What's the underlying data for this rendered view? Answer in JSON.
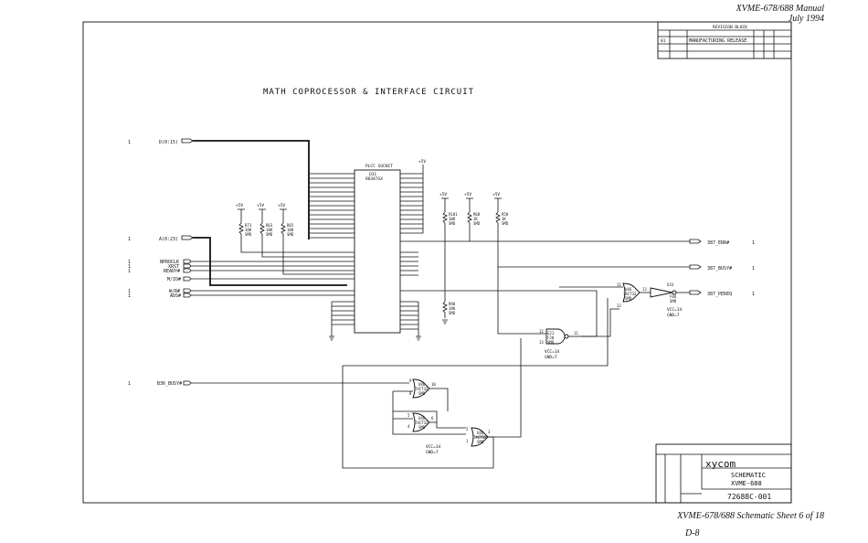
{
  "header": {
    "manual": "XVME-678/688 Manual",
    "date": "July 1994"
  },
  "footer": {
    "caption": "XVME-678/688 Schematic Sheet 6 of 18",
    "page": "D-8"
  },
  "title": "MATH COPROCESSOR & INTERFACE CIRCUIT",
  "revision": {
    "block": "REVISION BLOCK",
    "rev": "01",
    "desc": "MANUFACTURING RELEASE"
  },
  "title_block": {
    "company": "xycom",
    "doc_title_1": "SCHEMATIC",
    "doc_title_2": "XVME-688",
    "dwg_no": "72688C-001"
  },
  "left_signals": [
    {
      "sheet": "1",
      "name": "D(0:15)"
    },
    {
      "sheet": "1",
      "name": "A(0:23)"
    },
    {
      "sheet": "1",
      "name": "NPROCLK"
    },
    {
      "sheet": "1",
      "name": "XRST"
    },
    {
      "sheet": "1",
      "name": "READY#"
    },
    {
      "sheet": "",
      "name": "M/IO#"
    },
    {
      "sheet": "1",
      "name": "W/R#"
    },
    {
      "sheet": "1",
      "name": "ADS#"
    },
    {
      "sheet": "1",
      "name": "B36_BUSY#"
    }
  ],
  "right_signals": [
    {
      "name": "387_ERR#",
      "sheet": "1"
    },
    {
      "name": "387_BUSY#",
      "sheet": "1"
    },
    {
      "name": "387_PEREQ",
      "sheet": "1"
    }
  ],
  "ic": {
    "title": "PLCC SOCKET",
    "ref": "U31",
    "part": "80387SX"
  },
  "vcc_label": "+5V",
  "resistors": [
    {
      "ref": "R73",
      "val": "10K",
      "pkg": "SMD"
    },
    {
      "ref": "R63",
      "val": "10K",
      "pkg": "SMD"
    },
    {
      "ref": "R65",
      "val": "10K",
      "pkg": "SMD"
    },
    {
      "ref": "R101",
      "val": "10K",
      "pkg": "SMD"
    },
    {
      "ref": "R68",
      "val": "1K",
      "pkg": "SMD"
    },
    {
      "ref": "R58",
      "val": "1K",
      "pkg": "SMD"
    },
    {
      "ref": "R90",
      "val": "10K",
      "pkg": "SMD"
    }
  ],
  "gates": [
    {
      "ref": "U46",
      "part": "74CT32",
      "pkg": "SMD",
      "pins": [
        "11",
        "12",
        "13"
      ]
    },
    {
      "ref": "U33",
      "part": "F04",
      "pkg": "SMD",
      "pins": [
        "",
        "",
        ""
      ]
    },
    {
      "ref": "E21",
      "part": "F20",
      "pkg": "SMD",
      "pins": [
        "12",
        "13",
        "11"
      ]
    },
    {
      "ref": "U46",
      "part": "74CT32",
      "pkg": "SMD",
      "pins": [
        "9",
        "8",
        "10"
      ]
    },
    {
      "ref": "U46",
      "part": "74CT32",
      "pkg": "SMD",
      "pins": [
        "5",
        "4",
        "6"
      ]
    },
    {
      "ref": "U46",
      "part": "74CT32",
      "pkg": "SMD",
      "pins": [
        "2",
        "1",
        "3"
      ]
    }
  ],
  "power_notes": [
    {
      "vcc": "VCC=14",
      "gnd": "GND=7"
    },
    {
      "vcc": "VCC=14",
      "gnd": "GND=7"
    },
    {
      "vcc": "VCC=14",
      "gnd": "GND=7"
    }
  ]
}
